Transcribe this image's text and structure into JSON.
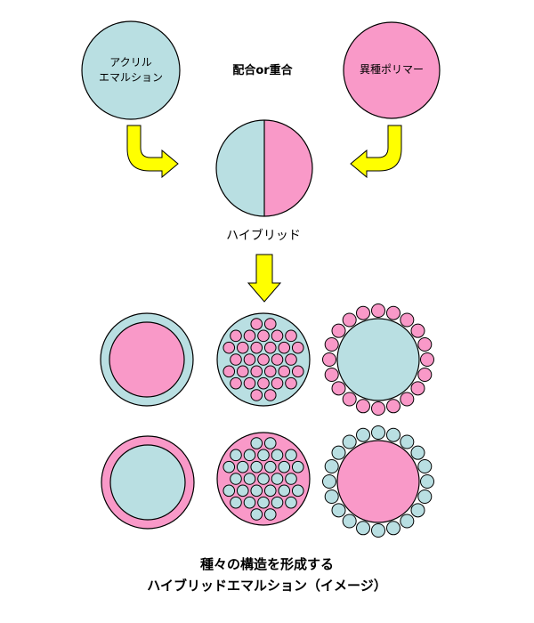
{
  "colors": {
    "light_blue": "#b9dfe2",
    "pink": "#f999c8",
    "arrow_yellow": "#ffff00",
    "stroke": "#000000"
  },
  "top": {
    "left_circle_lines": [
      "アクリル",
      "エマルション"
    ],
    "right_circle_label": "異種ポリマー",
    "center_label": "配合or重合"
  },
  "hybrid_label": "ハイブリッド",
  "structures": [
    {
      "row": 1,
      "items": [
        "core-shell (pink core, blue shell)",
        "pink particles dispersed in blue",
        "pink particles around blue core"
      ]
    },
    {
      "row": 2,
      "items": [
        "core-shell (blue core, pink shell)",
        "blue particles dispersed in pink",
        "blue particles around pink core"
      ]
    }
  ],
  "caption": {
    "line1": "種々の構造を形成する",
    "line2": "ハイブリッドエマルション（イメージ）"
  }
}
